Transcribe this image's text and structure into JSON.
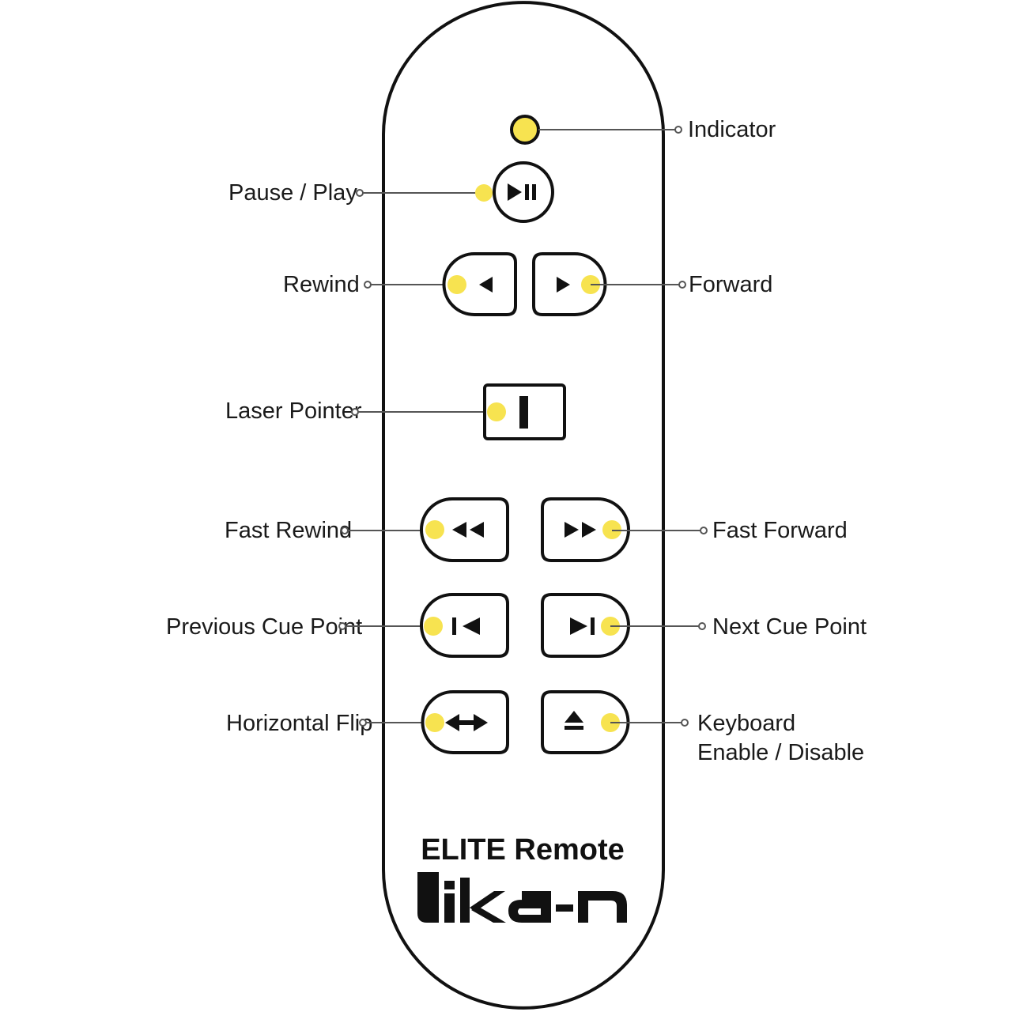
{
  "colors": {
    "highlight": "#f7e350",
    "outline": "#111111",
    "leader": "#555555"
  },
  "remote": {
    "model": "ELITE Remote",
    "brand": "ikan"
  },
  "labels": {
    "indicator": "Indicator",
    "pause_play": "Pause / Play",
    "rewind": "Rewind",
    "forward": "Forward",
    "laser_pointer": "Laser Pointer",
    "fast_rewind": "Fast Rewind",
    "fast_forward": "Fast Forward",
    "previous_cue": "Previous Cue Point",
    "next_cue": "Next Cue Point",
    "horizontal_flip": "Horizontal Flip",
    "keyboard_line1": "Keyboard",
    "keyboard_line2": "Enable / Disable"
  },
  "icons": {
    "pause_play": "play-pause-icon",
    "rewind": "triangle-left-icon",
    "forward": "triangle-right-icon",
    "laser": "bar-icon",
    "fast_rewind": "double-left-icon",
    "fast_forward": "double-right-icon",
    "previous_cue": "skip-previous-icon",
    "next_cue": "skip-next-icon",
    "horizontal_flip": "double-arrow-icon",
    "keyboard": "eject-icon"
  }
}
